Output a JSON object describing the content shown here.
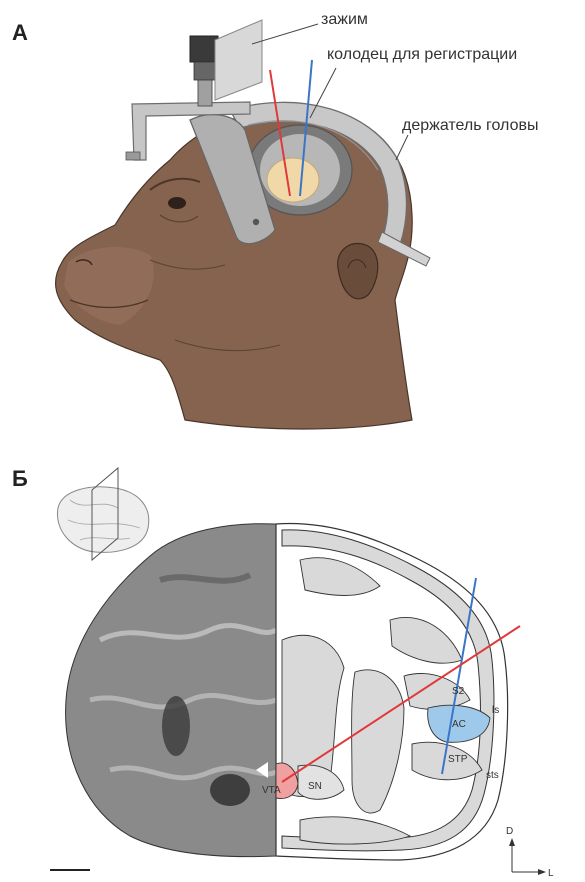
{
  "panel_a": {
    "label": "А",
    "callouts": {
      "clamp": "зажим",
      "recording_well": "колодец для регистрации",
      "head_holder": "держатель головы"
    }
  },
  "panel_b": {
    "label": "Б",
    "regions": {
      "s2": "S2",
      "ls": "ls",
      "ac": "AC",
      "stp": "STP",
      "sts": "sts",
      "sn": "SN",
      "vta": "VTA"
    },
    "axes": {
      "dorsal": "D",
      "lateral": "L"
    }
  },
  "colors": {
    "skin": "#86634f",
    "skin_dark": "#6a4c3b",
    "metal": "#c8c8c8",
    "metal_dark": "#8c8c8c",
    "well_fill": "#f1d8a8",
    "red_track": "#e0393b",
    "blue_track": "#3a76c7",
    "tissue": "#d9d9d9",
    "ac_fill": "#9ec9ea",
    "vta_fill": "#f0a0a0"
  }
}
